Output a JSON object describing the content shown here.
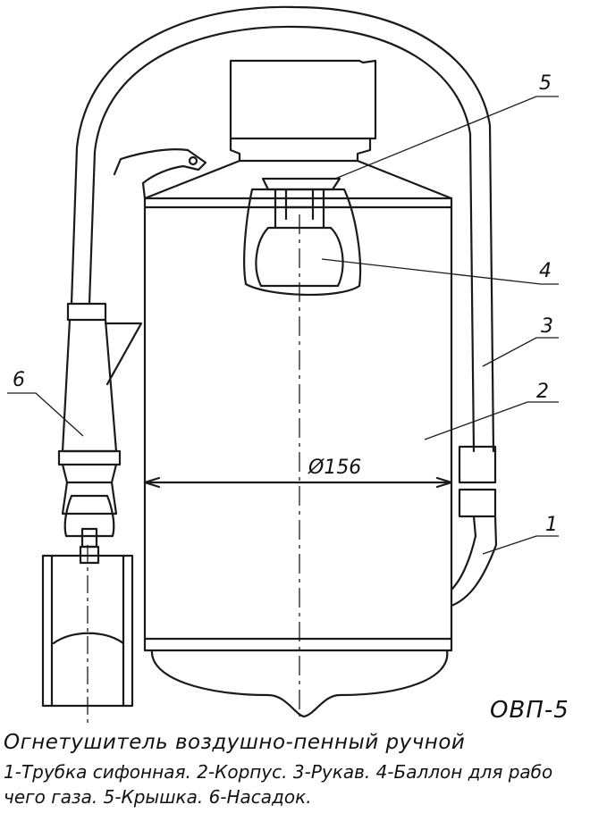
{
  "model": "ОВП-5",
  "caption": {
    "title": "Огнетушитель воздушно-пенный ручной",
    "legend_line1": "1-Трубка сифонная. 2-Корпус. 3-Рукав. 4-Баллон для рабо",
    "legend_line2": "чего газа. 5-Крышка. 6-Насадок."
  },
  "dimension": "Ø156",
  "callouts": [
    "1",
    "2",
    "3",
    "4",
    "5",
    "6"
  ]
}
